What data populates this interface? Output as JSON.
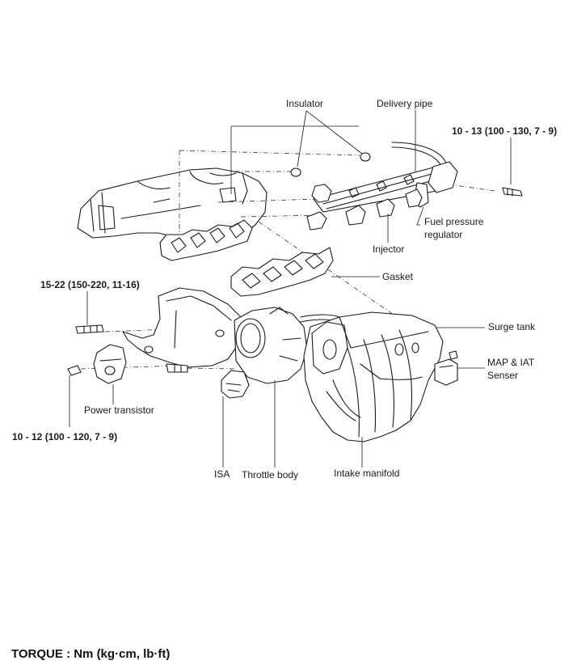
{
  "labels": {
    "insulator": "Insulator",
    "delivery_pipe": "Delivery pipe",
    "torque_delivery_bolt": "10 - 13 (100 - 130, 7 - 9)",
    "fuel_pressure_regulator_1": "Fuel pressure",
    "fuel_pressure_regulator_2": "regulator",
    "injector": "Injector",
    "gasket": "Gasket",
    "torque_intake_bolt": "15-22 (150-220, 11-16)",
    "surge_tank": "Surge tank",
    "map_iat_1": "MAP & IAT",
    "map_iat_2": "Senser",
    "power_transistor": "Power transistor",
    "torque_power_transistor": "10 - 12 (100 - 120, 7 - 9)",
    "isa": "ISA",
    "throttle_body": "Throttle body",
    "intake_manifold": "Intake manifold"
  },
  "footer": {
    "torque_units": "TORQUE : Nm (kg·cm, lb·ft)"
  },
  "colors": {
    "ink": "#1a1a1a",
    "background": "#ffffff"
  }
}
